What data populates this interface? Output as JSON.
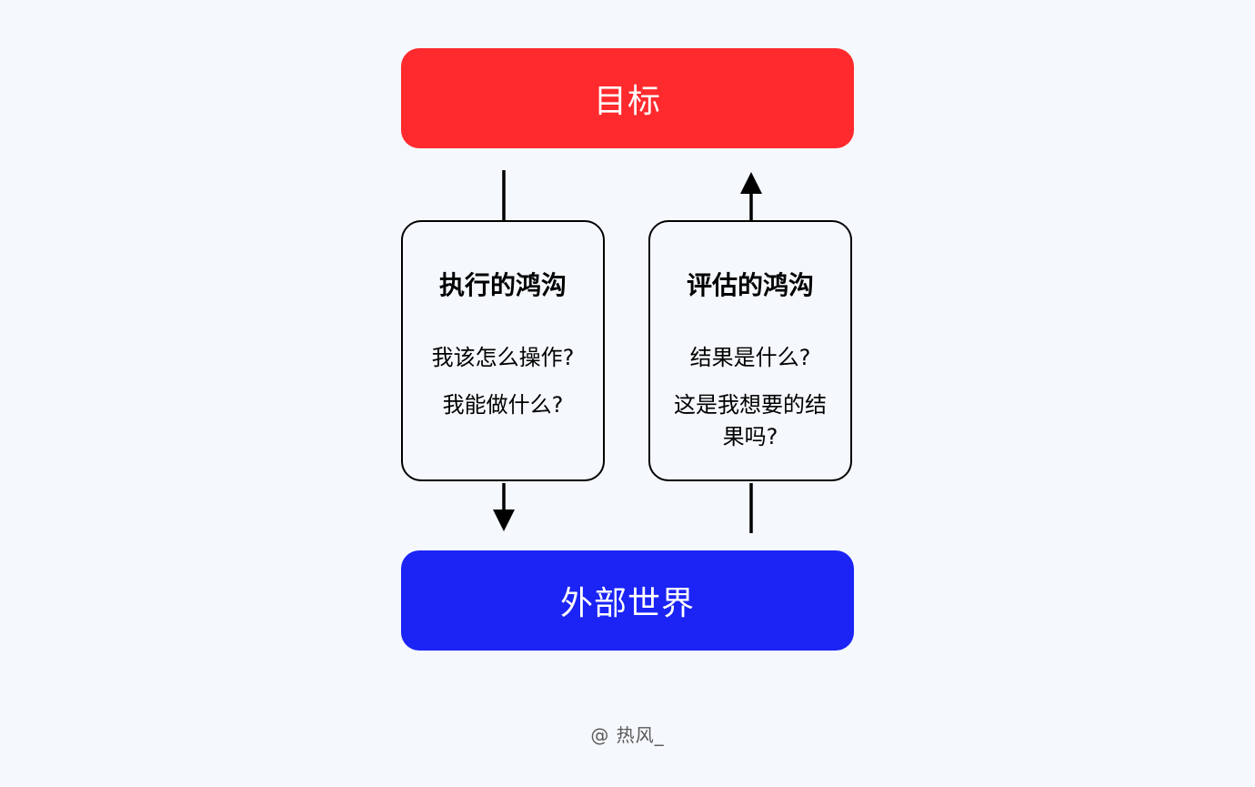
{
  "colors": {
    "goal": "#ff2a2d",
    "world": "#1b24f5",
    "background": "#f5f8fc",
    "line": "#000000"
  },
  "goal": {
    "label": "目标"
  },
  "world": {
    "label": "外部世界"
  },
  "execution": {
    "title": "执行的鸿沟",
    "questions": [
      "我该怎么操作?",
      "我能做什么?"
    ]
  },
  "evaluation": {
    "title": "评估的鸿沟",
    "questions": [
      "结果是什么?",
      "这是我想要的结果吗?"
    ]
  },
  "credit": "@ 热风_"
}
